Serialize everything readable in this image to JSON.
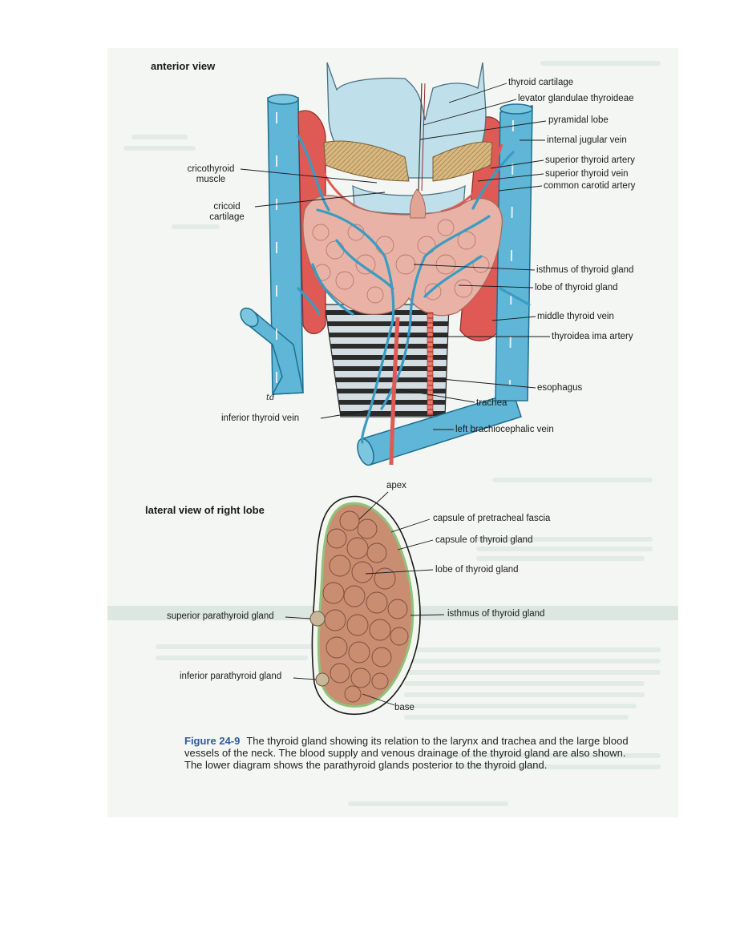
{
  "colors": {
    "vein": "#5fb6d6",
    "artery": "#df5a55",
    "thyroid": "#e8b3a6",
    "cartilage": "#bfe0ea",
    "muscle": "#d8b880",
    "lobe_fill": "#c98d72",
    "capsule": "#8fc27a",
    "caption_accent": "#2f5aa0"
  },
  "anterior": {
    "title": "anterior view",
    "labels": {
      "thyroid_cartilage": "thyroid cartilage",
      "levator": "levator glandulae thyroideae",
      "pyramidal_lobe": "pyramidal lobe",
      "internal_jugular_vein": "internal jugular vein",
      "superior_thyroid_artery": "superior thyroid artery",
      "superior_thyroid_vein": "superior thyroid vein",
      "common_carotid_artery": "common carotid artery",
      "cricothyroid_muscle": "cricothyroid\nmuscle",
      "cricoid_cartilage": "cricoid\ncartilage",
      "isthmus": "isthmus of thyroid gland",
      "lobe": "lobe of thyroid gland",
      "middle_thyroid_vein": "middle thyroid vein",
      "thyroidea_ima_artery": "thyroidea ima artery",
      "esophagus": "esophagus",
      "trachea": "trachea",
      "inferior_thyroid_vein": "inferior thyroid vein",
      "left_brachiocephalic_vein": "left brachiocephalic vein"
    },
    "artist_initials": "td"
  },
  "lateral": {
    "title": "lateral view of right lobe",
    "labels": {
      "apex": "apex",
      "capsule_pretracheal": "capsule of pretracheal fascia",
      "capsule_thyroid": "capsule of thyroid gland",
      "lobe": "lobe of thyroid gland",
      "isthmus": "isthmus of thyroid gland",
      "superior_parathyroid": "superior parathyroid gland",
      "inferior_parathyroid": "inferior parathyroid gland",
      "base": "base"
    }
  },
  "caption": {
    "figure_number": "Figure 24-9",
    "text": "The thyroid gland showing its relation to the larynx and trachea and the large blood vessels of the neck. The blood supply and venous drainage of the thyroid gland are also shown. The lower diagram shows the parathyroid glands posterior to the thyroid gland."
  }
}
